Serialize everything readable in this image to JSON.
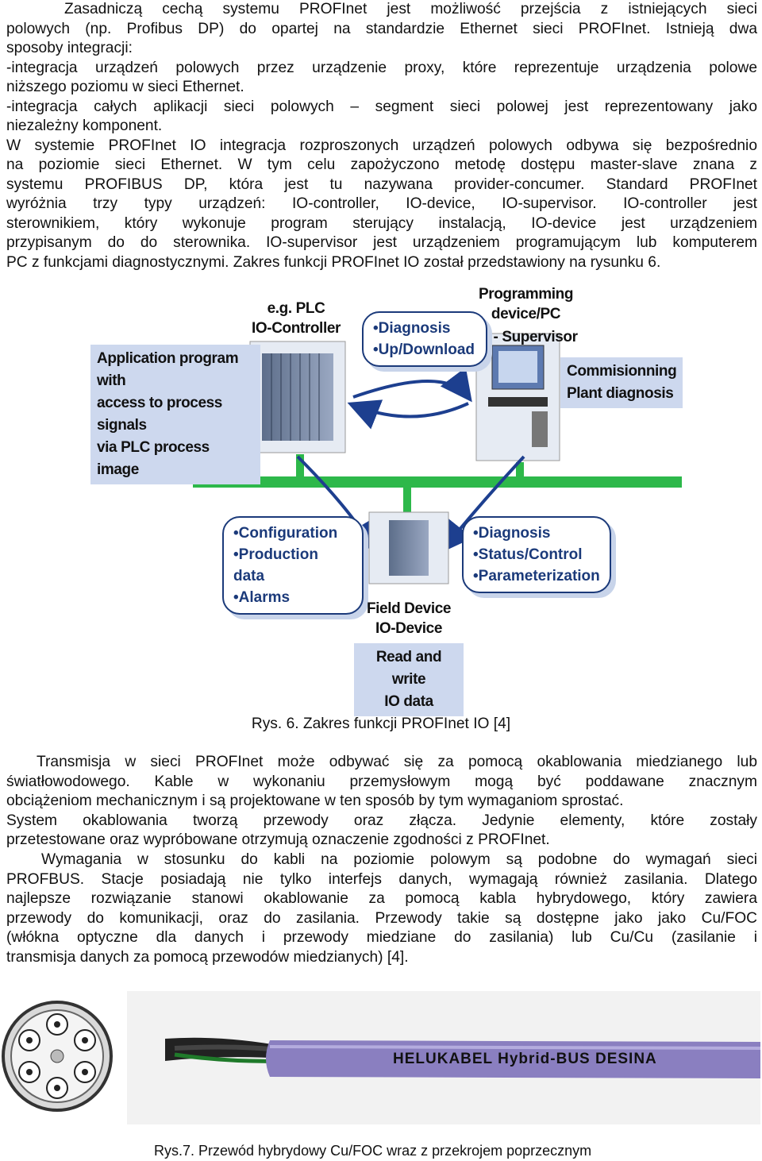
{
  "paragraph1": {
    "lines": [
      "Zasadniczą cechą systemu PROFInet jest możliwość przejścia z istniejących sieci",
      "polowych (np. Profibus DP) do opartej na standardzie Ethernet sieci PROFInet. Istnieją dwa",
      "sposoby integracji:",
      "-integracja urządzeń polowych przez urządzenie proxy, które reprezentuje urządzenia polowe",
      "niższego poziomu w sieci Ethernet.",
      "-integracja całych aplikacji sieci polowych – segment sieci polowej jest reprezentowany jako",
      "niezależny komponent.",
      "W systemie PROFInet IO integracja rozproszonych urządzeń polowych odbywa się bezpośrednio",
      "na poziomie sieci Ethernet. W tym celu zapożyczono metodę dostępu master-slave znana z",
      "systemu PROFIBUS DP, która jest tu nazywana provider-concumer. Standard PROFInet",
      "wyróżnia trzy typy urządzeń: IO-controller, IO-device, IO-supervisor. IO-controller jest",
      "sterownikiem, który wykonuje program sterujący instalacją, IO-device jest urządzeniem",
      "przypisanym do do sterownika. IO-supervisor jest urządzeniem programującym lub komputerem",
      "PC z funkcjami diagnostycznymi. Zakres funkcji PROFInet IO został przedstawiony na rysunku 6."
    ]
  },
  "figure6": {
    "plc_label_1": "e.g. PLC",
    "plc_label_2": "IO-Controller",
    "pc_label_1": "Programming device/PC",
    "pc_label_2": "IO - Supervisor",
    "app_box": [
      "Application program with",
      "access to process signals",
      "via PLC process image"
    ],
    "diag_callout": [
      "•Diagnosis",
      "•Up/Download"
    ],
    "commission_box": [
      "Commisionning",
      "Plant diagnosis"
    ],
    "config_callout": [
      "•Configuration",
      "•Production data",
      "•Alarms"
    ],
    "status_callout": [
      "•Diagnosis",
      "•Status/Control",
      "•Parameterization"
    ],
    "field_label_1": "Field Device",
    "field_label_2": "IO-Device",
    "io_box": [
      "Read and write",
      "IO data"
    ],
    "caption": "Rys. 6. Zakres funkcji PROFInet IO [4]",
    "colors": {
      "bus": "#2db84a",
      "arrow": "#1d3f8f",
      "box": "#cdd8ee"
    }
  },
  "paragraph2": {
    "lines": [
      "Transmisja w sieci PROFInet może odbywać się za pomocą okablowania miedzianego lub",
      "światłowodowego. Kable w wykonaniu przemysłowym mogą być poddawane znacznym",
      "obciążeniom mechanicznym i są projektowane w ten sposób by tym wymaganiom sprostać.",
      "System okablowania tworzą przewody oraz złącza. Jedynie elementy, które zostały",
      "przetestowane oraz wypróbowane otrzymują oznaczenie zgodności z PROFInet."
    ]
  },
  "paragraph3": {
    "lines": [
      "Wymagania w stosunku do kabli na poziomie polowym są podobne do wymagań sieci",
      "PROFBUS. Stacje posiadają nie tylko interfejs danych, wymagają również zasilania. Dlatego",
      "najlepsze rozwiązanie stanowi okablowanie za pomocą kabla hybrydowego, który zawiera",
      "przewody do komunikacji, oraz do zasilania. Przewody takie są dostępne jako jako Cu/FOC",
      "(włókna optyczne dla danych i przewody miedziane do zasilania) lub Cu/Cu (zasilanie i",
      "transmisja danych za pomocą przewodów miedzianych) [4]."
    ]
  },
  "figure7": {
    "cable_print": "HELUKABEL Hybrid-BUS DESINA",
    "caption": "Rys.7. Przewód hybrydowy Cu/FOC wraz z przekrojem poprzecznym",
    "colors": {
      "cable": "#8a7fc0",
      "background": "#f2f2f2"
    }
  }
}
